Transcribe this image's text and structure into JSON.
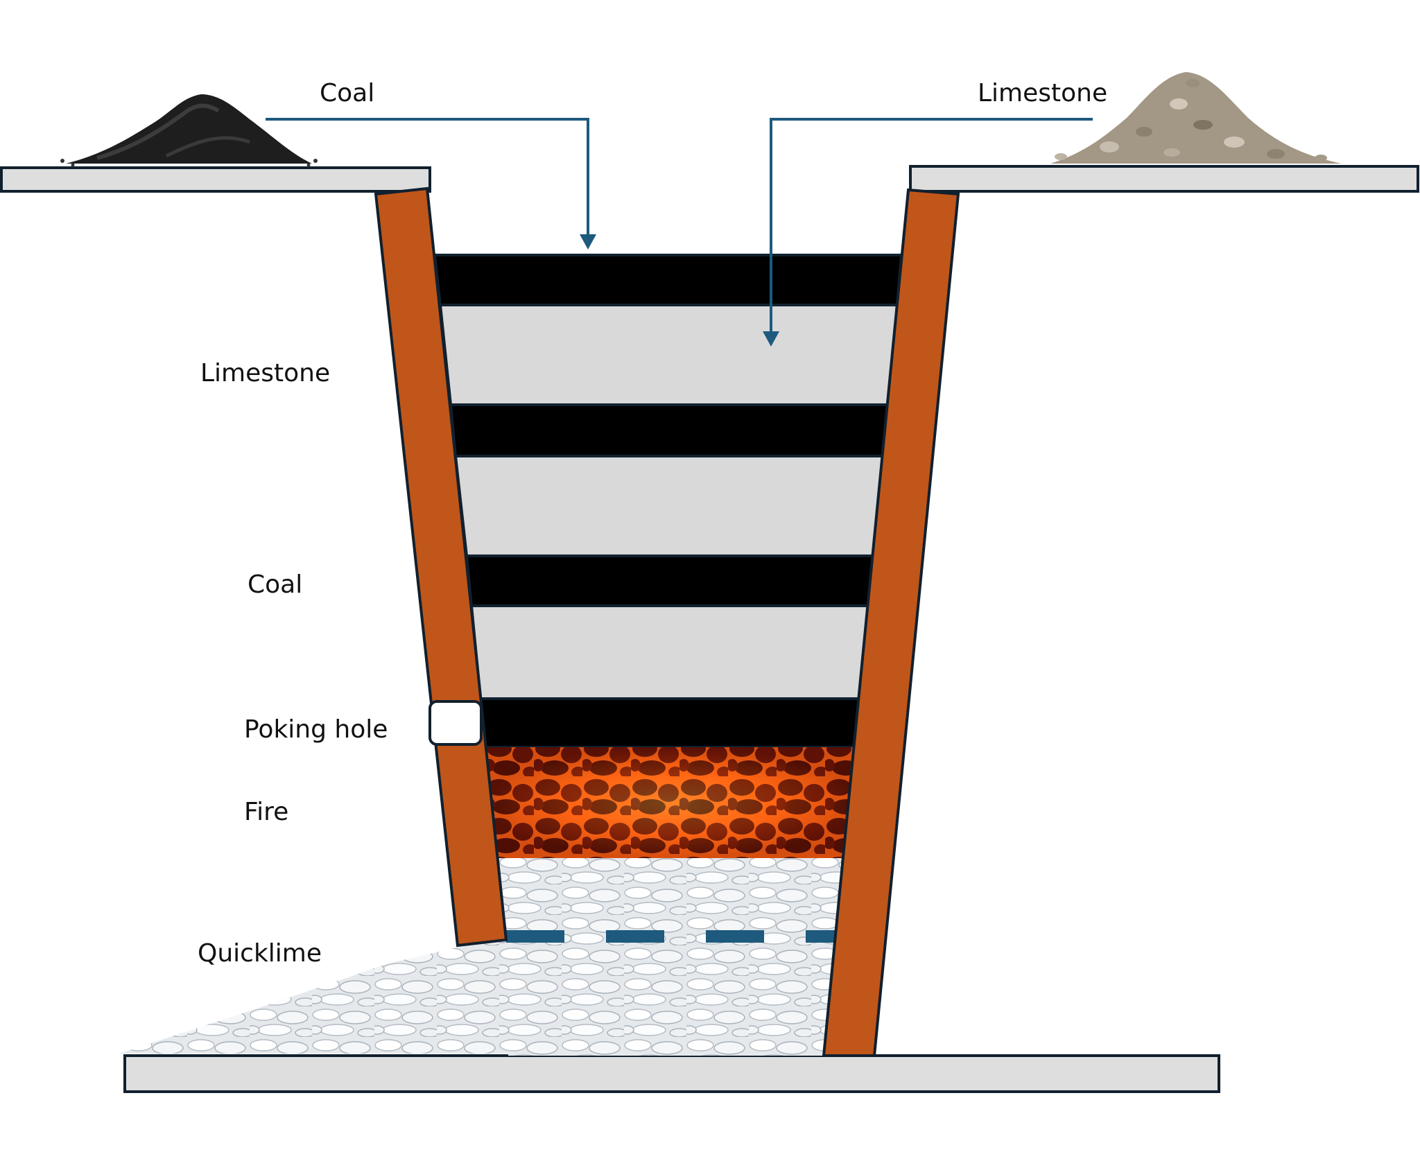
{
  "labels": {
    "coal_top": "Coal",
    "limestone_top": "Limestone",
    "limestone_side": "Limestone",
    "coal_side": "Coal",
    "poking_hole": "Poking hole",
    "fire": "Fire",
    "quicklime": "Quicklime"
  },
  "colors": {
    "wall": "#c0561a",
    "outline": "#10202e",
    "ground": "#dedede",
    "coal_layer": "#000000",
    "limestone_layer": "#d9d9d9",
    "arrow": "#1d5a7e",
    "grate": "#1d5a7e",
    "fire_dark": "#5a0e05",
    "fire_hot": "#ff7a1a"
  }
}
